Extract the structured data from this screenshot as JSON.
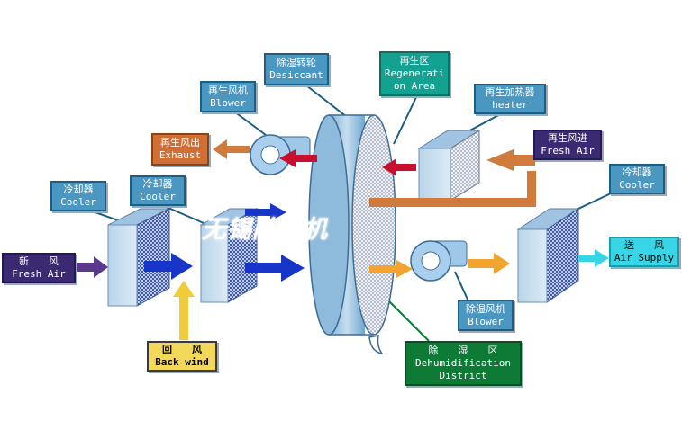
{
  "labels": {
    "desiccant": {
      "cn": "除湿转轮",
      "en": "Desiccant"
    },
    "regeneration_area": {
      "cn": "再生区",
      "en1": "Regenerati",
      "en2": "on Area"
    },
    "regen_blower": {
      "cn": "再生风机",
      "en": "Blower"
    },
    "regen_heater": {
      "cn": "再生加热器",
      "en": "heater"
    },
    "regen_exhaust": {
      "cn": "再生风出",
      "en": "Exhaust"
    },
    "regen_fresh_air": {
      "cn": "再生风进",
      "en": "Fresh Air"
    },
    "cooler_1": {
      "cn": "冷却器",
      "en": "Cooler"
    },
    "cooler_2": {
      "cn": "冷却器",
      "en": "Cooler"
    },
    "cooler_3": {
      "cn": "冷却器",
      "en": "Cooler"
    },
    "fresh_air": {
      "cn": "新　　风",
      "en": "Fresh Air"
    },
    "back_wind": {
      "cn": "回　　风",
      "en": "Back wind"
    },
    "supply_air": {
      "cn": "送　　风",
      "en": "Air Supply"
    },
    "dehum_blower": {
      "cn": "除湿风机",
      "en": "Blower"
    },
    "dehum_district": {
      "cn": "除　　湿　　区",
      "en1": "Dehumidification",
      "en2": "District"
    }
  },
  "watermark": "无锡除湿机",
  "colors": {
    "label_blue": "#4a97c2",
    "label_navy": "#3b2a72",
    "label_orange": "#cf6f34",
    "label_yellow": "#f2d95a",
    "label_cyan": "#36d6e6",
    "label_green": "#0d7a36",
    "label_teal": "#13a191",
    "arrow_blue": "#1736c9",
    "arrow_orange": "#d07a3c",
    "arrow_red": "#c8102e",
    "arrow_purple": "#5b3a8e",
    "arrow_yellow": "#f0cc3a"
  }
}
